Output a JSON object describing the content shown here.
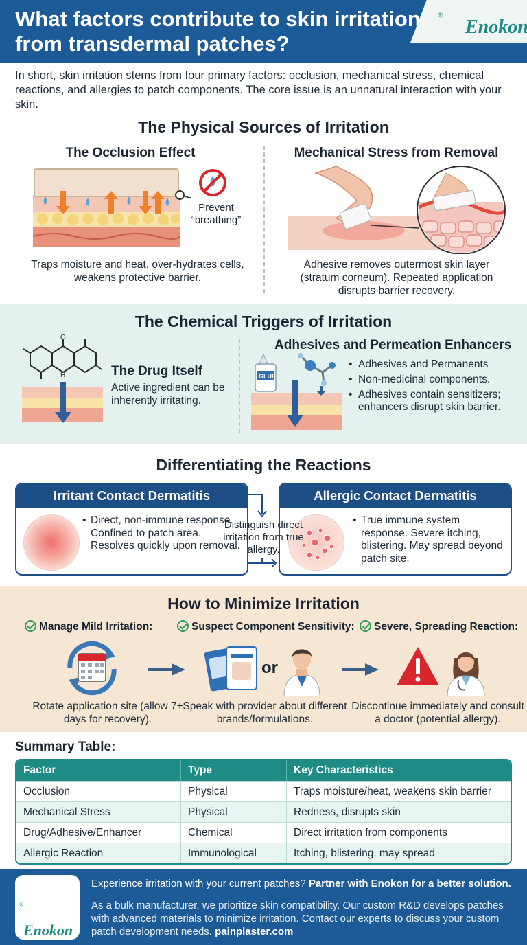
{
  "header": {
    "title": "What factors contribute to skin irritation from transdermal patches?",
    "brand": "Enokon",
    "brand_mark": "®"
  },
  "intro": "In short, skin irritation stems from four primary factors: occlusion, mechanical stress, chemical reactions, and allergies to patch components. The core issue is an unnatural interaction with your skin.",
  "physical": {
    "title": "The Physical Sources of Irritation",
    "occlusion": {
      "title": "The Occlusion Effect",
      "callout": "Prevent\n“breathing”",
      "caption": "Traps moisture and heat, over-hydrates cells, weakens protective barrier."
    },
    "mechanical": {
      "title": "Mechanical Stress from Removal",
      "caption": "Adhesive removes outermost skin layer (stratum corneum). Repeated application disrupts barrier recovery."
    }
  },
  "chemical": {
    "title": "The Chemical Triggers of Irritation",
    "drug": {
      "title": "The Drug Itself",
      "desc": "Active ingredient can be inherently irritating.",
      "atom_label": "O",
      "atom_label2": "H"
    },
    "adhesives": {
      "title": "Adhesives and Permeation Enhancers",
      "bottle_label": "GLUE",
      "bullets": [
        "Adhesives and Permanents",
        "Non-medicinal components.",
        "Adhesives contain sensitizers; enhancers disrupt skin barrier."
      ]
    }
  },
  "reactions": {
    "title": "Differentiating the Reactions",
    "irritant": {
      "title": "Irritant Contact Dermatitis",
      "desc": "Direct, non-immune response. Confined to patch area. Resolves quickly upon removal."
    },
    "middle": "Distinguish direct irritation from true allergy.",
    "allergic": {
      "title": "Allergic Contact Dermatitis",
      "desc": "True immune system response. Severe itching, blistering. May spread beyond patch site."
    }
  },
  "minimize": {
    "title": "How to Minimize Irritation",
    "or": "or",
    "steps": [
      {
        "label": "Manage Mild Irritation:",
        "caption": "Rotate application site (allow 7+ days for recovery)."
      },
      {
        "label": "Suspect Component Sensitivity:",
        "caption": "Speak with provider about different brands/formulations."
      },
      {
        "label": "Severe, Spreading Reaction:",
        "caption": "Discontinue immediately and consult a doctor (potential allergy)."
      }
    ]
  },
  "table": {
    "title": "Summary Table:",
    "headers": [
      "Factor",
      "Type",
      "Key Characteristics"
    ],
    "rows": [
      [
        "Occlusion",
        "Physical",
        "Traps moisture/heat, weakens skin barrier"
      ],
      [
        "Mechanical Stress",
        "Physical",
        "Redness, disrupts skin"
      ],
      [
        "Drug/Adhesive/Enhancer",
        "Chemical",
        "Direct irritation from components"
      ],
      [
        "Allergic Reaction",
        "Immunological",
        "Itching, blistering, may spread"
      ]
    ]
  },
  "footer": {
    "logo": "Enokon",
    "logo_mark": "®",
    "line1_a": "Experience irritation with your current patches?",
    "line1_b": "Partner with Enokon for a better solution.",
    "line2": "As a bulk manufacturer, we prioritize skin compatibility. Our custom R&D develops patches with advanced materials to minimize irritation. Contact our experts to discuss your custom patch development needs.",
    "link": "painplaster.com"
  },
  "colors": {
    "primary_blue": "#1d5a98",
    "teal": "#1e8c84",
    "chemical_bg": "#e5f1ef",
    "minimize_bg": "#f6e6d4",
    "alert_red": "#d8262c",
    "check_green": "#2e9a5a"
  }
}
